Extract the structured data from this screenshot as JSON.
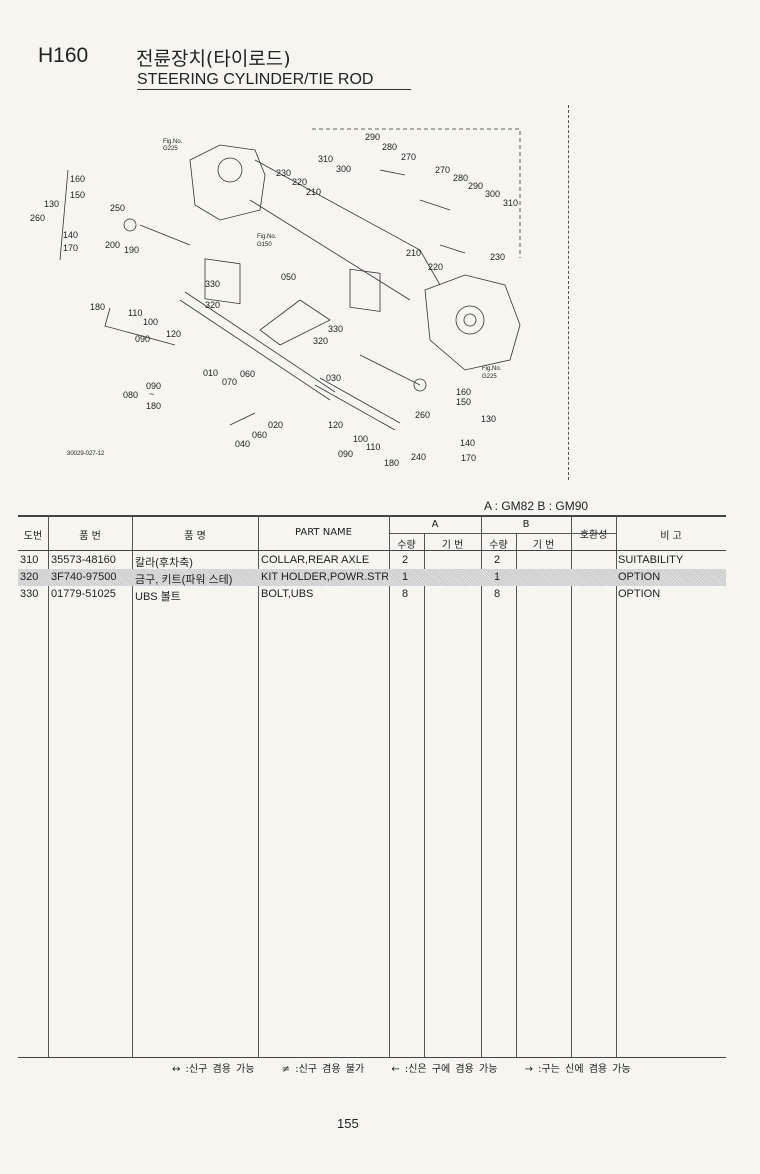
{
  "header": {
    "code": "H160",
    "title_ko": "전륜장치(타이로드)",
    "title_en": "STEERING CYLINDER/TIE ROD"
  },
  "diagram": {
    "fig_label": "Fig.No.",
    "fig_refs": [
      "G225",
      "G150",
      "G225"
    ],
    "drawing_id": "30029-027-12",
    "callouts": [
      "160",
      "150",
      "130",
      "260",
      "250",
      "140",
      "170",
      "200",
      "190",
      "310",
      "300",
      "290",
      "280",
      "270",
      "230",
      "220",
      "210",
      "270",
      "280",
      "290",
      "300",
      "310",
      "210",
      "220",
      "230",
      "330",
      "320",
      "050",
      "180",
      "110",
      "100",
      "120",
      "090",
      "330",
      "320",
      "010",
      "030",
      "060",
      "070",
      "080",
      "090",
      "~",
      "180",
      "160",
      "150",
      "130",
      "260",
      "120",
      "020",
      "100",
      "110",
      "060",
      "040",
      "090",
      "180",
      "240",
      "140",
      "170"
    ]
  },
  "models": "A : GM82   B : GM90",
  "table": {
    "headers": {
      "no": "도번",
      "part_no": "품  번",
      "name_ko": "품     명",
      "part_name": "PART NAME",
      "group_a": "A",
      "group_b": "B",
      "qty": "수량",
      "serial": "기 번",
      "compat": "호환성",
      "remarks": "비   고"
    },
    "rows": [
      {
        "no": "310",
        "part_no": "35573-48160",
        "name_ko": "칼라(후차축)",
        "part_name": "COLLAR,REAR AXLE",
        "qty_a": "2",
        "serial_a": "",
        "qty_b": "2",
        "serial_b": "",
        "compat": "",
        "remarks": "SUITABILITY"
      },
      {
        "no": "320",
        "part_no": "3F740-97500",
        "name_ko": "금구, 키트(파워 스테)",
        "part_name": "KIT HOLDER,POWR.STRG",
        "qty_a": "1",
        "serial_a": "",
        "qty_b": "1",
        "serial_b": "",
        "compat": "",
        "remarks": "OPTION"
      },
      {
        "no": "330",
        "part_no": "01779-51025",
        "name_ko": "UBS 볼트",
        "part_name": "BOLT,UBS",
        "qty_a": "8",
        "serial_a": "",
        "qty_b": "8",
        "serial_b": "",
        "compat": "",
        "remarks": "OPTION"
      }
    ]
  },
  "legend": [
    "↔ :신구 겸용 가능",
    "≠ :신구 겸용 불가",
    "← :신은 구에 겸용 가능",
    "→ :구는 신에 겸용 가능"
  ],
  "page_number": "155"
}
